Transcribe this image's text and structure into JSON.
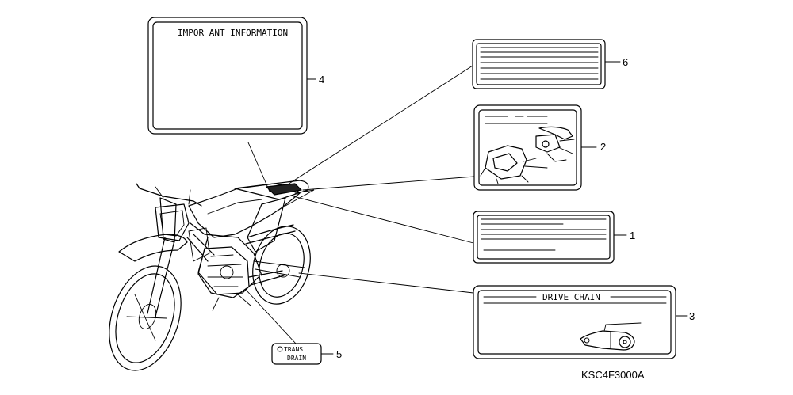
{
  "diagram_code": "KSC4F3000A",
  "parts": [
    {
      "callout": "1"
    },
    {
      "callout": "2"
    },
    {
      "callout": "3",
      "label_text": "DRIVE CHAIN"
    },
    {
      "callout": "4",
      "label_text": "IMPOR ANT INFORMATION"
    },
    {
      "callout": "5",
      "label_text_line1": "TRANS",
      "label_text_line2": "DRAIN"
    },
    {
      "callout": "6"
    }
  ]
}
